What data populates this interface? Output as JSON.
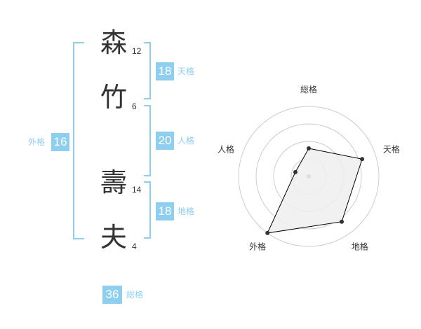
{
  "name_chars": [
    {
      "char": "森",
      "strokes": "12"
    },
    {
      "char": "竹",
      "strokes": "6"
    },
    {
      "char": "壽",
      "strokes": "14"
    },
    {
      "char": "夫",
      "strokes": "4"
    }
  ],
  "fortunes": {
    "tenkaku": {
      "value": "18",
      "label": "天格"
    },
    "jinkaku": {
      "value": "20",
      "label": "人格"
    },
    "chikaku": {
      "value": "18",
      "label": "地格"
    },
    "gaikaku": {
      "value": "16",
      "label": "外格"
    },
    "soukaku": {
      "value": "36",
      "label": "総格"
    }
  },
  "chart_data": {
    "type": "radar",
    "axes": [
      "総格",
      "天格",
      "地格",
      "外格",
      "人格"
    ],
    "values": [
      2,
      4,
      4,
      5,
      1
    ],
    "max": 5,
    "rings": 4,
    "colors": {
      "fill": "#eeeeee",
      "line": "#000000",
      "grid": "#cccccc"
    }
  },
  "colors": {
    "accent": "#8ecff0",
    "text": "#333333"
  }
}
